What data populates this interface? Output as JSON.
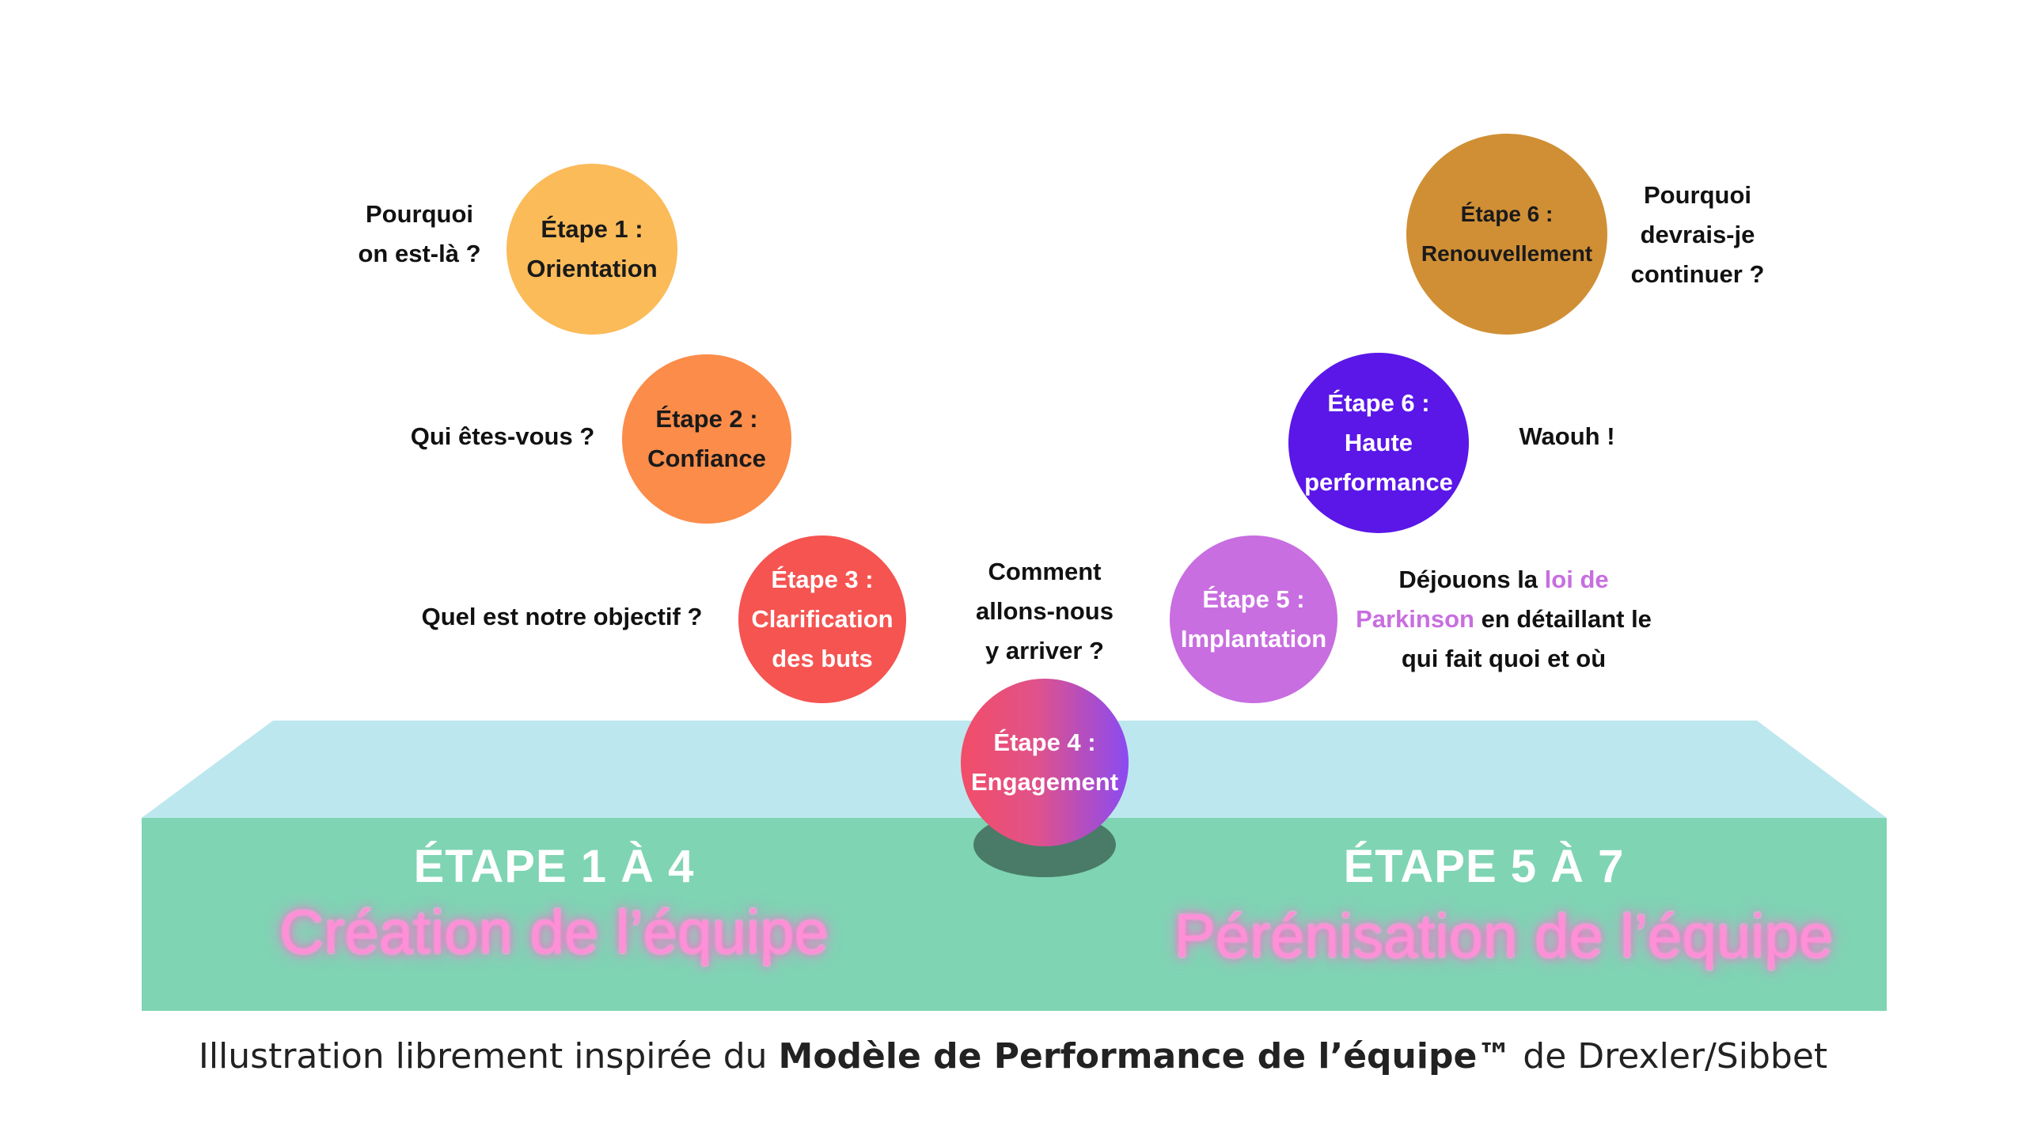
{
  "colors": {
    "stage1": "#fbbb59",
    "stage2": "#fb8c4a",
    "stage3": "#f55451",
    "stage4_start": "#f24d68",
    "stage4_end": "#8b4af2",
    "stage5": "#c86ee0",
    "stage6_high": "#5a17e8",
    "stage6_renewal": "#d08f35",
    "platform_top": "#bde7ee",
    "platform_front": "#7fd4b4",
    "phase_title_glow": "#ff8fd6"
  },
  "stages": [
    {
      "line1": "Étape 1 :",
      "line2": "Orientation",
      "line3": ""
    },
    {
      "line1": "Étape 2 :",
      "line2": "Confiance",
      "line3": ""
    },
    {
      "line1": "Étape 3 :",
      "line2": "Clarification",
      "line3": "des buts"
    },
    {
      "line1": "Étape 4 :",
      "line2": "Engagement",
      "line3": ""
    },
    {
      "line1": "Étape 5 :",
      "line2": "Implantation",
      "line3": ""
    },
    {
      "line1": "Étape 6 :",
      "line2": "Haute",
      "line3": "performance"
    },
    {
      "line1": "Étape 6 :",
      "line2": "Renouvellement",
      "line3": ""
    }
  ],
  "questions": {
    "q1": {
      "line1": "Pourquoi",
      "line2": "on est-là ?"
    },
    "q2": {
      "line1": "Qui êtes-vous ?"
    },
    "q3": {
      "line1": "Quel est notre objectif ?"
    },
    "q4": {
      "line1": "Comment",
      "line2": "allons-nous",
      "line3": "y arriver ?"
    },
    "q5": {
      "line1_pre": "Déjouons la ",
      "line1_accent": "loi de",
      "line2_accent": "Parkinson",
      "line2_post": " en détaillant le",
      "line3": "qui fait quoi et où"
    },
    "q6": {
      "line1": "Waouh !"
    },
    "q7": {
      "line1": "Pourquoi",
      "line2": "devrais-je",
      "line3": "continuer ?"
    }
  },
  "phases": {
    "left": {
      "heading": "ÉTAPE 1 À 4",
      "title": "Création de l’équipe"
    },
    "right": {
      "heading": "ÉTAPE 5 À 7",
      "title": "Pérénisation de l’équipe"
    }
  },
  "caption": {
    "pre": "Illustration librement inspirée du ",
    "bold": "Modèle de Performance de l’équipe™",
    "post": " de Drexler/Sibbet"
  }
}
